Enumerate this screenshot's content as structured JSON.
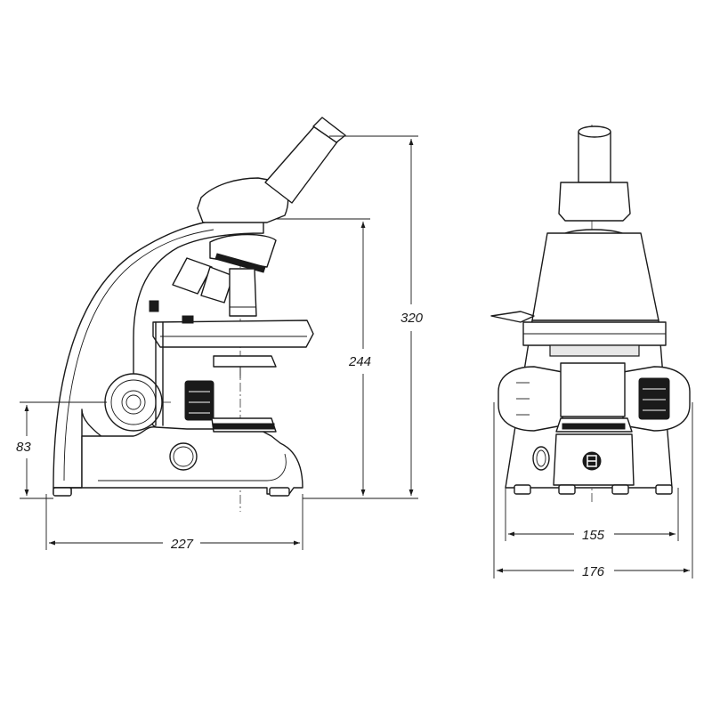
{
  "dimensions": {
    "total_height": "320",
    "arm_height": "244",
    "knob_height": "83",
    "side_depth": "227",
    "front_inner_width": "155",
    "front_outer_width": "176"
  },
  "colors": {
    "line": "#1a1a1a",
    "background": "#ffffff"
  },
  "icons": [
    "side-view-microscope",
    "front-view-microscope",
    "brand-logo-icon"
  ]
}
